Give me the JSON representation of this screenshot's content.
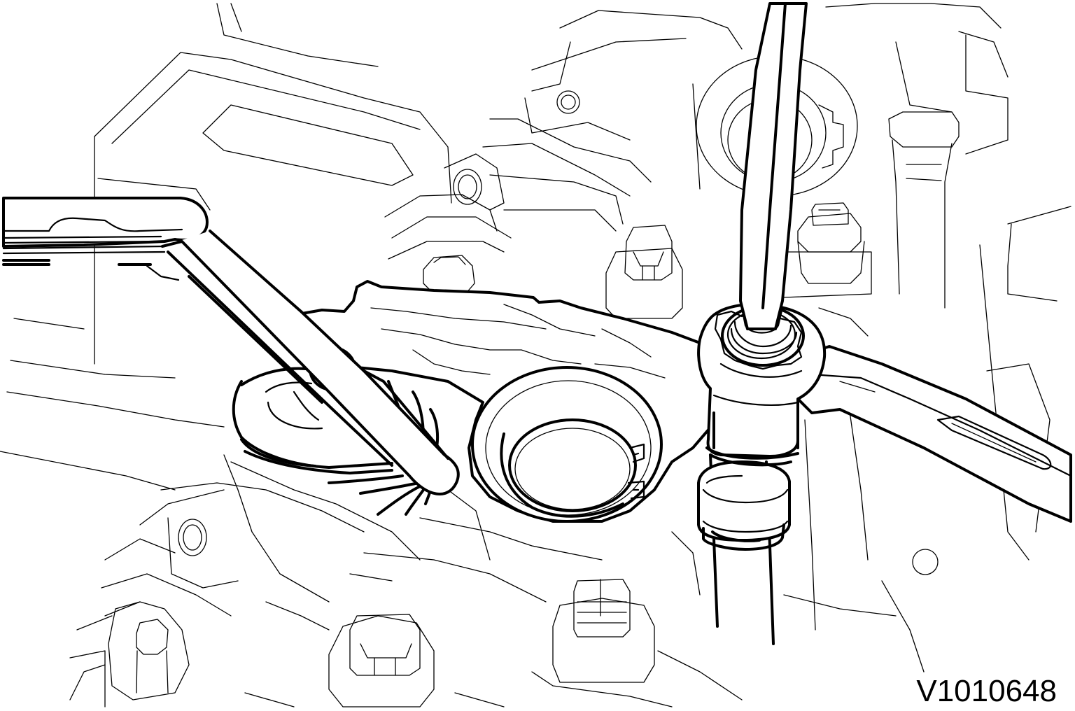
{
  "figure": {
    "code": "V1010648",
    "style": "black line art on white",
    "colors": {
      "line": "#000000",
      "background": "#ffffff"
    },
    "elements": [
      "cylinder-head-background",
      "rocker-arm",
      "feeler-gauge",
      "ring-wrench",
      "screwdriver",
      "adjusting-screw",
      "valve-spring"
    ]
  }
}
